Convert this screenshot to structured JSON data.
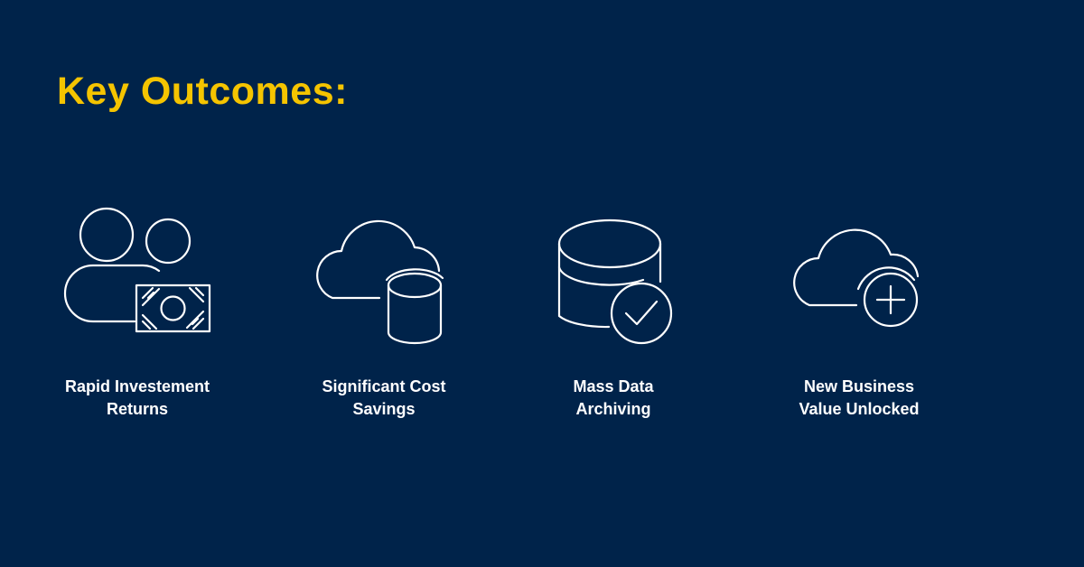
{
  "title": "Key Outcomes:",
  "colors": {
    "background": "#00234a",
    "accent": "#f5c400",
    "icon_stroke": "#ffffff",
    "text": "#ffffff"
  },
  "outcomes": [
    {
      "icon": "people-money-icon",
      "label_lines": [
        "Rapid Investement",
        "Returns"
      ]
    },
    {
      "icon": "cloud-database-icon",
      "label_lines": [
        "Significant Cost",
        "Savings"
      ]
    },
    {
      "icon": "database-check-icon",
      "label_lines": [
        "Mass Data",
        "Archiving"
      ]
    },
    {
      "icon": "cloud-plus-icon",
      "label_lines": [
        "New Business",
        "Value Unlocked"
      ]
    }
  ]
}
